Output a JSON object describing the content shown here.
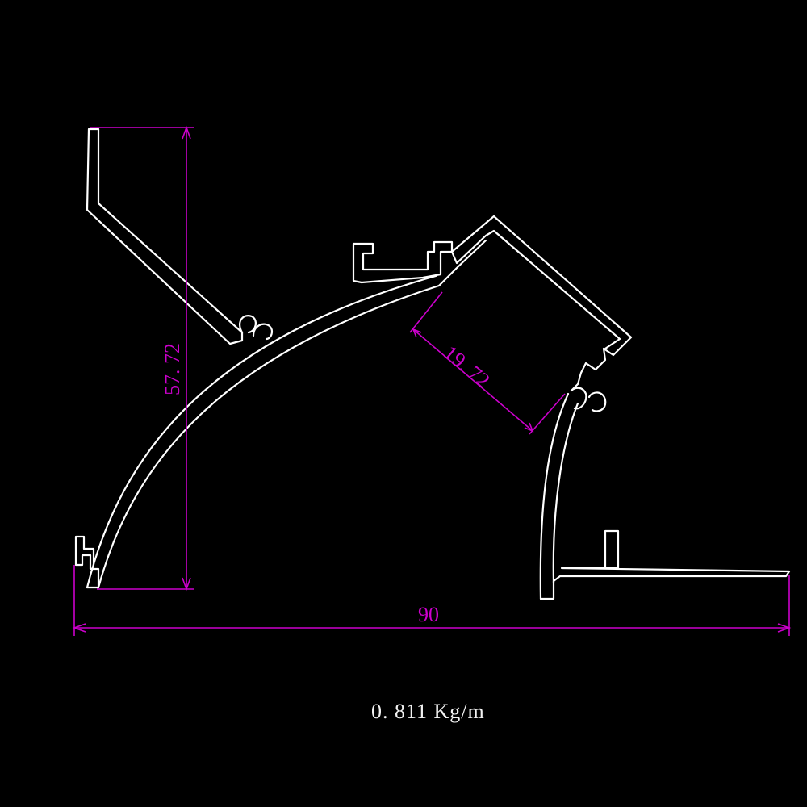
{
  "dimensions": {
    "height": "57. 72",
    "slot": "19. 72",
    "width": "90"
  },
  "weight_label": "0. 811 Kg/m",
  "colors": {
    "background": "#000000",
    "profile": "#ffffff",
    "dimension": "#cc00cc"
  }
}
